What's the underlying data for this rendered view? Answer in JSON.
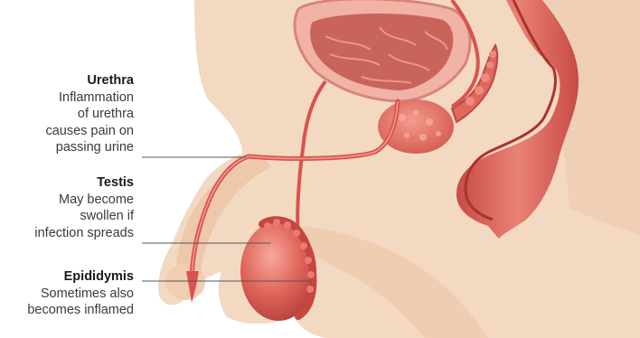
{
  "labels": {
    "urethra": {
      "title": "Urethra",
      "lines": [
        "Inflammation",
        "of urethra",
        "causes pain on",
        "passing urine"
      ]
    },
    "testis": {
      "title": "Testis",
      "lines": [
        "May become",
        "swollen if",
        "infection spreads"
      ]
    },
    "epididymis": {
      "title": "Epididymis",
      "lines": [
        "Sometimes also",
        "becomes inflamed"
      ]
    }
  },
  "colors": {
    "skin": "#f3d9c2",
    "skin_shadow": "#e8c3a4",
    "organ_red": "#d9534f",
    "organ_dark": "#b83a3a",
    "organ_light": "#f08a7e",
    "bladder_inner": "#c9645a",
    "leader_line": "#555555"
  }
}
